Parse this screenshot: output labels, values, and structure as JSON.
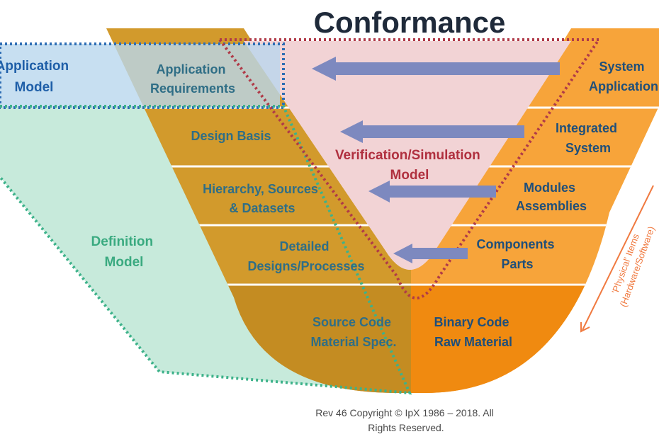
{
  "title": "Conformance",
  "colors": {
    "left_gold": "#D29A2C",
    "left_gold_dark": "#C48C22",
    "right_orange": "#F7A43A",
    "right_orange_dark": "#F08A10",
    "center_pink": "#F2D3D5",
    "app_model_blue": "#B9D7EE",
    "definition_green": "#BDE6D5",
    "arrow_blue": "#7D89BF",
    "dotted_blue": "#2E6DB4",
    "dotted_green": "#3DB28A",
    "dotted_red": "#B03A48",
    "label_blue": "#1F5FA8",
    "label_green": "#3AAA80",
    "label_teal": "#2F6E86",
    "label_red": "#B0303F",
    "label_brown": "#3B3B3B",
    "physical_orange": "#F07A40"
  },
  "zones": {
    "application_model": [
      "Application",
      "Model"
    ],
    "definition_model": [
      "Definition",
      "Model"
    ],
    "verification_model": [
      "Verification/Simulation",
      "Model"
    ]
  },
  "left_levels": [
    {
      "lines": [
        "Application",
        "Requirements"
      ]
    },
    {
      "lines": [
        "Design Basis"
      ]
    },
    {
      "lines": [
        "Hierarchy, Sources",
        "& Datasets"
      ]
    },
    {
      "lines": [
        "Detailed",
        "Designs/Processes"
      ]
    },
    {
      "lines": [
        "Source  Code",
        "Material Spec."
      ]
    }
  ],
  "right_levels": [
    {
      "lines": [
        "System",
        "Application"
      ]
    },
    {
      "lines": [
        "Integrated",
        "System"
      ]
    },
    {
      "lines": [
        "Modules",
        "Assemblies"
      ]
    },
    {
      "lines": [
        "Components",
        "Parts"
      ]
    },
    {
      "lines": [
        "Binary  Code",
        "Raw Material"
      ]
    }
  ],
  "physical_items": [
    "'Physical' Items",
    "(Hardware/Software)"
  ],
  "copyright": [
    "Rev 46 Copyright © IpX 1986 – 2018.  All",
    "Rights Reserved."
  ]
}
